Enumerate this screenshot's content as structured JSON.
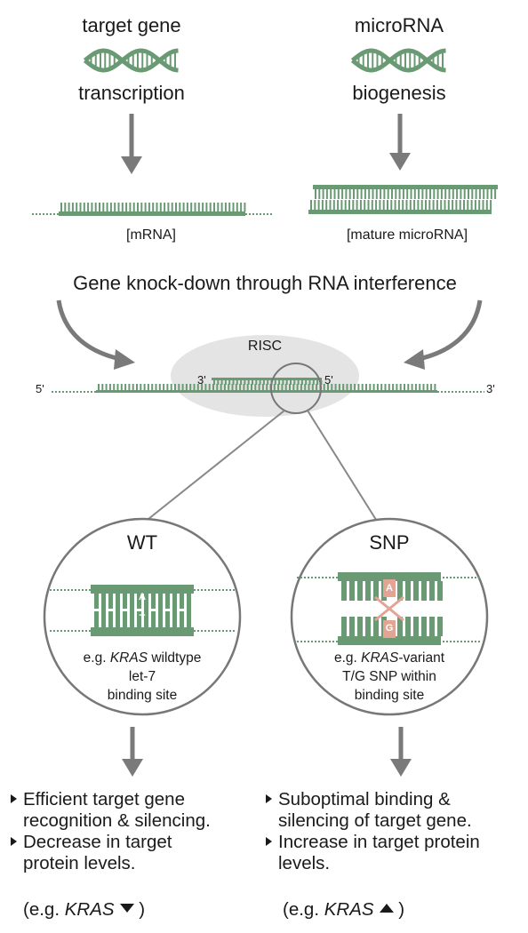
{
  "top": {
    "left_title": "target gene",
    "left_process": "transcription",
    "right_title": "microRNA",
    "right_process": "biogenesis",
    "left_product": "[mRNA]",
    "right_product": "[mature microRNA]"
  },
  "interference_label": "Gene knock-down through RNA interference",
  "risc": {
    "label": "RISC",
    "mrna_5": "5'",
    "mrna_3": "3'",
    "mirna_3": "3'",
    "mirna_5": "5'"
  },
  "wt": {
    "title": "WT",
    "base_top": "A",
    "base_bottom": "T",
    "line1_pre": "e.g. ",
    "line1_italic": "KRAS",
    "line1_post": " wildtype",
    "line2": "let-7",
    "line3": "binding site"
  },
  "snp": {
    "title": "SNP",
    "base_top": "A",
    "base_bottom": "G",
    "line1_pre": "e.g. ",
    "line1_italic": "KRAS",
    "line1_post": "-variant",
    "line2": "T/G SNP within",
    "line3": "binding site"
  },
  "outcome_left": {
    "bullet1_l1": "Efficient target gene",
    "bullet1_l2": "recognition & silencing.",
    "bullet2_l1": "Decrease in target",
    "bullet2_l2": "protein levels.",
    "example_pre": "(e.g. ",
    "example_italic": "KRAS",
    "example_post": " )"
  },
  "outcome_right": {
    "bullet1_l1": "Suboptimal binding &",
    "bullet1_l2": "silencing of target gene.",
    "bullet2_l1": "Increase in target protein",
    "bullet2_l2": "levels.",
    "example_pre": "(e.g. ",
    "example_italic": "KRAS",
    "example_post": " )"
  },
  "colors": {
    "strand": "#6a9a74",
    "arrow": "#7a7a7a",
    "risc_bg": "#e4e4e4",
    "circle": "#777777",
    "snp_base": "#e4a494"
  }
}
